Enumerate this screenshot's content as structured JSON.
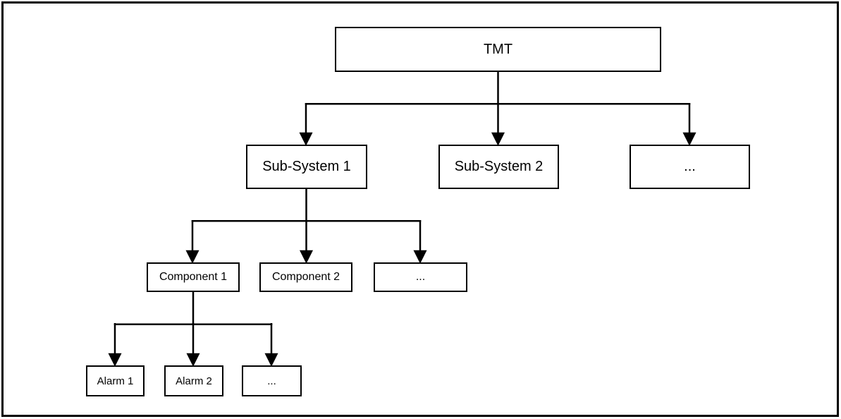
{
  "diagram": {
    "type": "tree",
    "colors": {
      "line": "#000000",
      "box_border": "#000000",
      "box_fill": "#ffffff",
      "text": "#000000",
      "background": "#ffffff"
    },
    "nodes": {
      "tmt": {
        "label": "TMT",
        "level": 1
      },
      "subsystem1": {
        "label": "Sub-System 1",
        "level": 2
      },
      "subsystem2": {
        "label": "Sub-System 2",
        "level": 2
      },
      "subsystemMore": {
        "label": "...",
        "level": 2
      },
      "component1": {
        "label": "Component 1",
        "level": 3
      },
      "component2": {
        "label": "Component 2",
        "level": 3
      },
      "componentMore": {
        "label": "...",
        "level": 3
      },
      "alarm1": {
        "label": "Alarm 1",
        "level": 4
      },
      "alarm2": {
        "label": "Alarm 2",
        "level": 4
      },
      "alarmMore": {
        "label": "...",
        "level": 4
      }
    },
    "edges": [
      {
        "from": "TMT",
        "to": "Sub-System 1"
      },
      {
        "from": "TMT",
        "to": "Sub-System 2"
      },
      {
        "from": "TMT",
        "to": "..."
      },
      {
        "from": "Sub-System 1",
        "to": "Component 1"
      },
      {
        "from": "Sub-System 1",
        "to": "Component 2"
      },
      {
        "from": "Sub-System 1",
        "to": "..."
      },
      {
        "from": "Component 1",
        "to": "Alarm 1"
      },
      {
        "from": "Component 1",
        "to": "Alarm 2"
      },
      {
        "from": "Component 1",
        "to": "..."
      }
    ]
  }
}
